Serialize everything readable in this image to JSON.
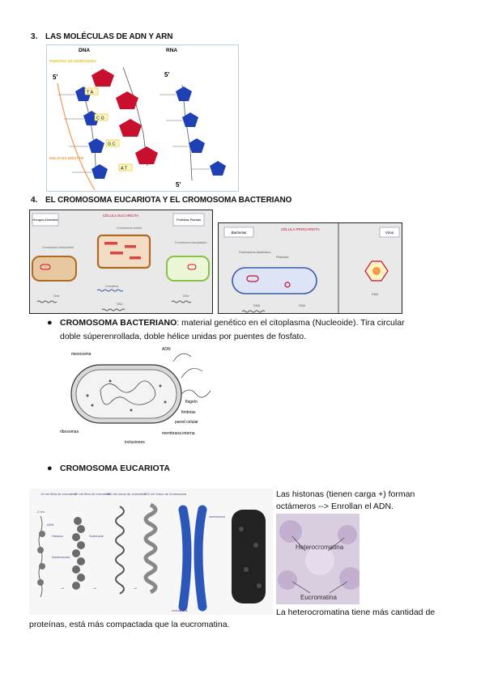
{
  "section3": {
    "number": "3.",
    "title": "LAS MOLÉCULAS DE ADN Y ARN"
  },
  "dna_figure": {
    "dna_label": "DNA",
    "rna_label": "RNA",
    "hydrogen_bridges": "PUENTES DE HIDRÓGENO",
    "diester_bonds": "ENLACES DIÉSTER",
    "five_prime": "5'",
    "pairs": [
      "T A",
      "C G",
      "G C",
      "A T"
    ],
    "colors": {
      "purine": "#c8102e",
      "pyrimidine": "#1f3fb5",
      "bond_line": "#f29b4a",
      "bridge_text": "#f0c21a",
      "diester_text": "#f29b4a"
    }
  },
  "section4": {
    "number": "4.",
    "title": "EL CROMOSOMA EUCARIOTA Y EL CROMOSOMA BACTERIANO"
  },
  "cell_figure": {
    "euk_title": "CÉLULA EUCARIOTA",
    "prok_title": "CÉLULA PROCARIOTA",
    "fungi_box": "Hongos Animales",
    "protist_box": "Protistas Plantas",
    "bacteria_box": "Bacterias",
    "virus_box": "Virus",
    "mito_chromosome": "Cromosoma mitocondrial",
    "nuclear_chromosome": "Cromosoma nuclear",
    "chloro_chromosome": "Cromosoma cloroplástico",
    "chromatin": "Cromatina",
    "dna": "DNA",
    "bacterial_chromosome": "Cromosoma bacteriano",
    "plasmid": "Plásmido"
  },
  "bacterial_bullet": {
    "bold": "CROMOSOMA BACTERIANO",
    "text_line1": ": material genético en el citoplasma (Nucleoide). Tira circular",
    "text_line2": "doble súperenrollada, doble hélice unidas por puentes de fosfato."
  },
  "bacterium_figure": {
    "mesosoma": "mesosoma",
    "adn": "ADN",
    "flagelo": "flagelo",
    "fimbrias": "fimbrias",
    "pared": "pared celular",
    "membrana": "membrana interna",
    "ribosomas": "ribosomas",
    "inclusiones": "inclusiones"
  },
  "eukaryote_bullet": {
    "bold": "CROMOSOMA EUCARIOTA"
  },
  "chromatin_figure": {
    "levels": [
      "10 nm fibra de cromatina",
      "30 nm fibra de cromatina",
      "300 nm lazos de cromatina",
      "700 nm brazo de cromosoma"
    ],
    "two_nm": "2 nm",
    "adn": "ADN",
    "histona": "Histona",
    "nucleosoma": "Nucleosoma",
    "solenoide": "Solenoide",
    "centromero": "centrómero",
    "cromatidas": "cromátidas"
  },
  "histone_text": {
    "line1": "Las histonas (tienen carga +) forman",
    "line2": "octámeros --> Enrollan el ADN."
  },
  "micro_figure": {
    "hetero": "Heterocromatina",
    "eu": "Eucromatina"
  },
  "hetero_text": {
    "line1": "La heterocromatina tiene más cantidad de",
    "line2": "proteínas, está más compactada que la eucromatina."
  }
}
